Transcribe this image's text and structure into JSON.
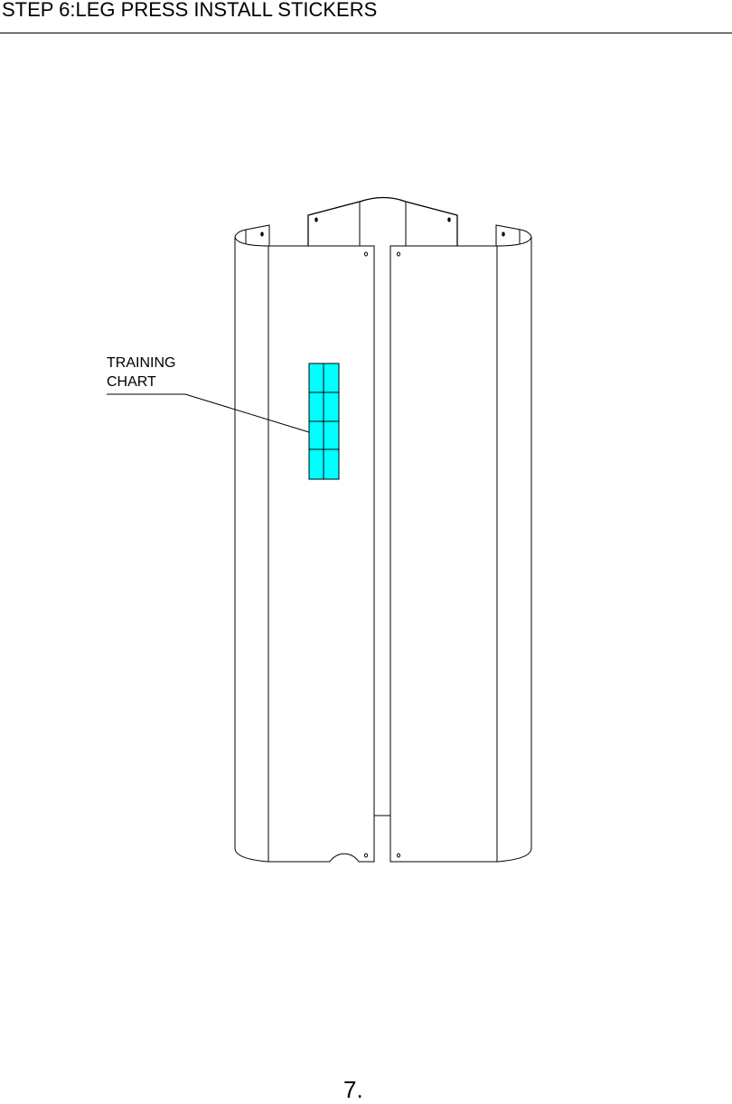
{
  "header": {
    "title": "STEP 6:LEG PRESS INSTALL STICKERS"
  },
  "callout": {
    "line1": "TRAINING",
    "line2": "CHART"
  },
  "sticker": {
    "color": "#00FFFF"
  },
  "footer": {
    "page_number": "7."
  }
}
